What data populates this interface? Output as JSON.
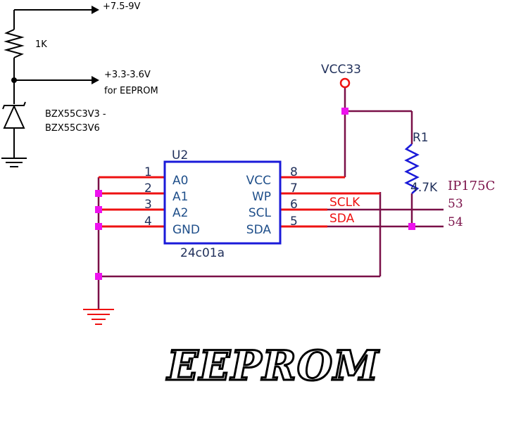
{
  "supply": {
    "input_label": "+7.5-9V",
    "resistor_label": "1K",
    "output_label_line1": "+3.3-3.6V",
    "output_label_line2": "for EEPROM",
    "zener_label_line1": "BZX55C3V3 -",
    "zener_label_line2": "BZX55C3V6"
  },
  "power_net": {
    "label": "VCC33"
  },
  "pullup": {
    "ref": "R1",
    "value": "4.7K"
  },
  "ic": {
    "ref": "U2",
    "part": "24c01a",
    "pins_left": [
      {
        "num": "1",
        "name": "A0"
      },
      {
        "num": "2",
        "name": "A1"
      },
      {
        "num": "3",
        "name": "A2"
      },
      {
        "num": "4",
        "name": "GND"
      }
    ],
    "pins_right": [
      {
        "num": "8",
        "name": "VCC"
      },
      {
        "num": "7",
        "name": "WP"
      },
      {
        "num": "6",
        "name": "SCL"
      },
      {
        "num": "5",
        "name": "SDA"
      }
    ]
  },
  "nets": {
    "sclk": "SCLK",
    "sda": "SDA",
    "connector": "IP175C",
    "pin_53": "53",
    "pin_54": "54"
  },
  "footer": {
    "title": "EEPROM"
  },
  "colors": {
    "wire": "#7a1048",
    "pin": "#ee1111",
    "ic_outline": "#1a1ad9",
    "ic_text": "#1f4f8a",
    "net_label": "#ee1111",
    "resistor": "#1a1ad9",
    "junction": "#ee11ee",
    "power_ring": "#ee1111"
  }
}
